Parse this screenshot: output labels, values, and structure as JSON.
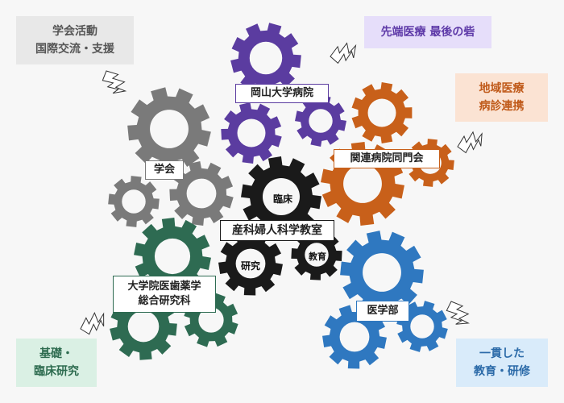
{
  "corners": {
    "top_left": {
      "lines": [
        "学会活動",
        "国際交流・支援"
      ],
      "bg": "#e8e8e8",
      "fg": "#555555"
    },
    "top_right": {
      "lines": [
        "先端医療 最後の砦"
      ],
      "bg": "#e6defa",
      "fg": "#5e3aa8"
    },
    "mid_right": {
      "lines": [
        "地域医療",
        "病診連携"
      ],
      "bg": "#fbe3d3",
      "fg": "#c05a1a"
    },
    "bottom_left": {
      "lines": [
        "基礎・",
        "臨床研究"
      ],
      "bg": "#daf0e4",
      "fg": "#2d6b4f"
    },
    "bottom_right": {
      "lines": [
        "一貫した",
        "教育・研修"
      ],
      "bg": "#d9ebfa",
      "fg": "#2b6aa8"
    }
  },
  "labels": {
    "okayama": "岡山大学病院",
    "related": "関連病院同門会",
    "society": "学会",
    "center": "産科婦人科学教室",
    "graduate": [
      "大学院医歯薬学",
      "総合研究科"
    ],
    "medical_school": "医学部"
  },
  "hubs": {
    "clinical": "臨床",
    "research": "研究",
    "education": "教育"
  },
  "colors": {
    "purple": "#5b3ca0",
    "orange": "#c8601a",
    "gray": "#7a7a7a",
    "black": "#1a1a1a",
    "green": "#2e6b52",
    "blue": "#2f78c0"
  }
}
